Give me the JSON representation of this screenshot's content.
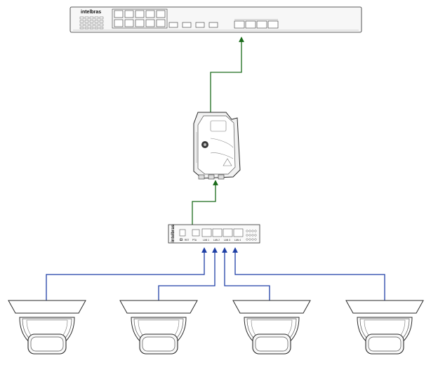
{
  "colors": {
    "uplink": "#1a6b1a",
    "camera_link": "#1f3fa6",
    "device_stroke": "#2a2a2a"
  },
  "switch": {
    "brand": "intelbras",
    "model": "",
    "port_label_count": 8,
    "sfp_label": "",
    "combo_label": ""
  },
  "enclosure": {
    "icon": "outdoor-enclosure-icon"
  },
  "poe_extender": {
    "brand": "intelbras",
    "labels": [
      "DC",
      "RST",
      "PTA",
      "LAN 1",
      "LAN 2",
      "LAN 3",
      "LAN 4"
    ]
  },
  "cameras": [
    {
      "icon": "dome-camera-icon"
    },
    {
      "icon": "dome-camera-icon"
    },
    {
      "icon": "dome-camera-icon"
    },
    {
      "icon": "dome-camera-icon"
    }
  ]
}
